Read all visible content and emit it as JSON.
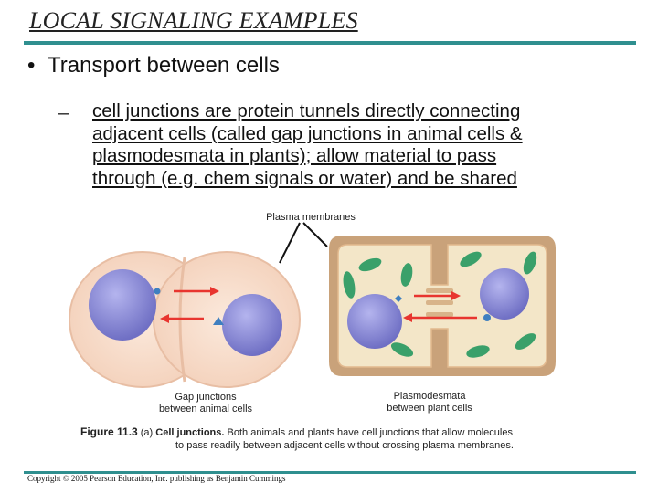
{
  "slide": {
    "title": "LOCAL SIGNALING EXAMPLES",
    "bullet_text": "Transport between cells",
    "dash": "–",
    "paragraph_lines": [
      "cell junctions are protein tunnels directly connecting",
      "adjacent cells (called gap junctions in animal cells &",
      "plasmodesmata in plants); allow material to pass",
      "through (e.g. chem signals or water) and be shared"
    ]
  },
  "figure": {
    "label_plasma": "Plasma membranes",
    "label_gap_1": "Gap junctions",
    "label_gap_2": "between animal cells",
    "label_plasmo_1": "Plasmodesmata",
    "label_plasmo_2": "between plant cells",
    "colors": {
      "animal_cell_fill": "#f6dccb",
      "animal_cell_edge": "#e8bea4",
      "nucleus": "#8c8cd6",
      "plant_wall": "#c9a27a",
      "plant_inner": "#f3e6c8",
      "chloroplast": "#3aa06a",
      "arrow": "#e8352f",
      "molecule": "#3f7fc0"
    }
  },
  "caption": {
    "figure_number": "Figure 11.3",
    "part": "(a)",
    "bold_text": "Cell junctions.",
    "text_1": "Both animals and plants have cell junctions that allow molecules",
    "text_2": "to pass readily between adjacent cells without crossing plasma membranes."
  },
  "footer": {
    "copyright": "Copyright © 2005 Pearson Education, Inc. publishing as Benjamin Cummings"
  }
}
